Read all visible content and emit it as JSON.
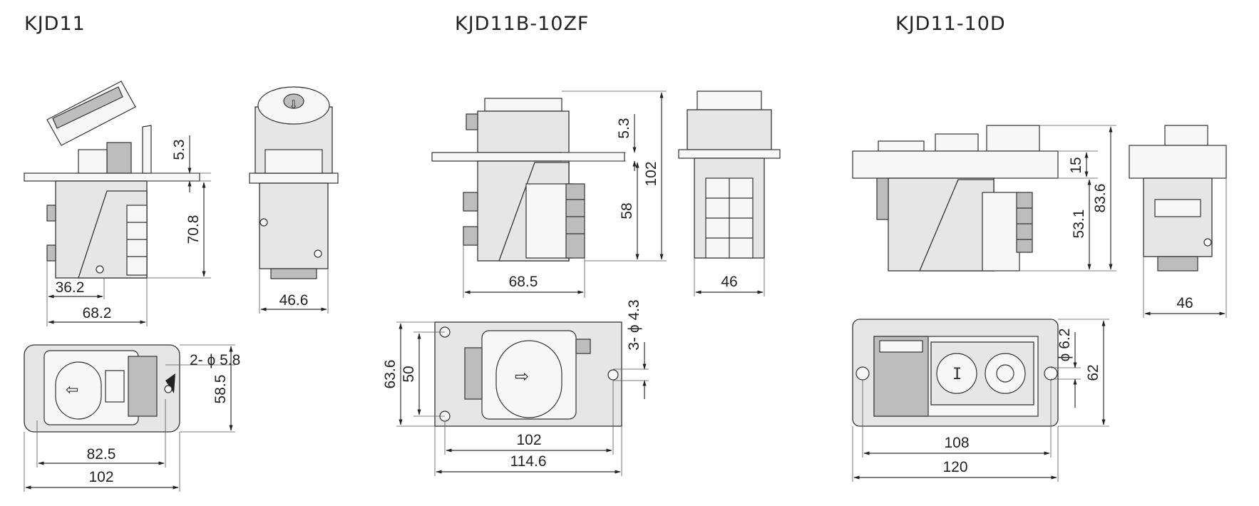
{
  "titles": {
    "kjd11": "KJD11",
    "kjd11b": "KJD11B-10ZF",
    "kjd11_10d": "KJD11-10D"
  },
  "kjd11": {
    "side": {
      "d_top": "5.3",
      "d_height": "70.8",
      "d_left": "36.2",
      "d_width": "68.2"
    },
    "front": {
      "d_width": "46.6"
    },
    "plan": {
      "d_holes": "2- ϕ 5.8",
      "d_height": "58.5",
      "d_inner": "82.5",
      "d_outer": "102"
    }
  },
  "kjd11b": {
    "side": {
      "d_top": "5.3",
      "d_total": "102",
      "d_body": "58",
      "d_width": "68.5"
    },
    "front": {
      "d_width": "46"
    },
    "plan": {
      "d_holes": "3- ϕ 4.3",
      "d_outer_h": "63.6",
      "d_inner_h": "50",
      "d_inner": "102",
      "d_outer": "114.6"
    }
  },
  "kjd11_10d": {
    "side": {
      "d_top": "15",
      "d_body": "53.1",
      "d_total": "83.6"
    },
    "front": {
      "d_width": "46"
    },
    "plan": {
      "d_hole": "ϕ 6.2",
      "d_height": "62",
      "d_inner": "108",
      "d_outer": "120"
    }
  }
}
